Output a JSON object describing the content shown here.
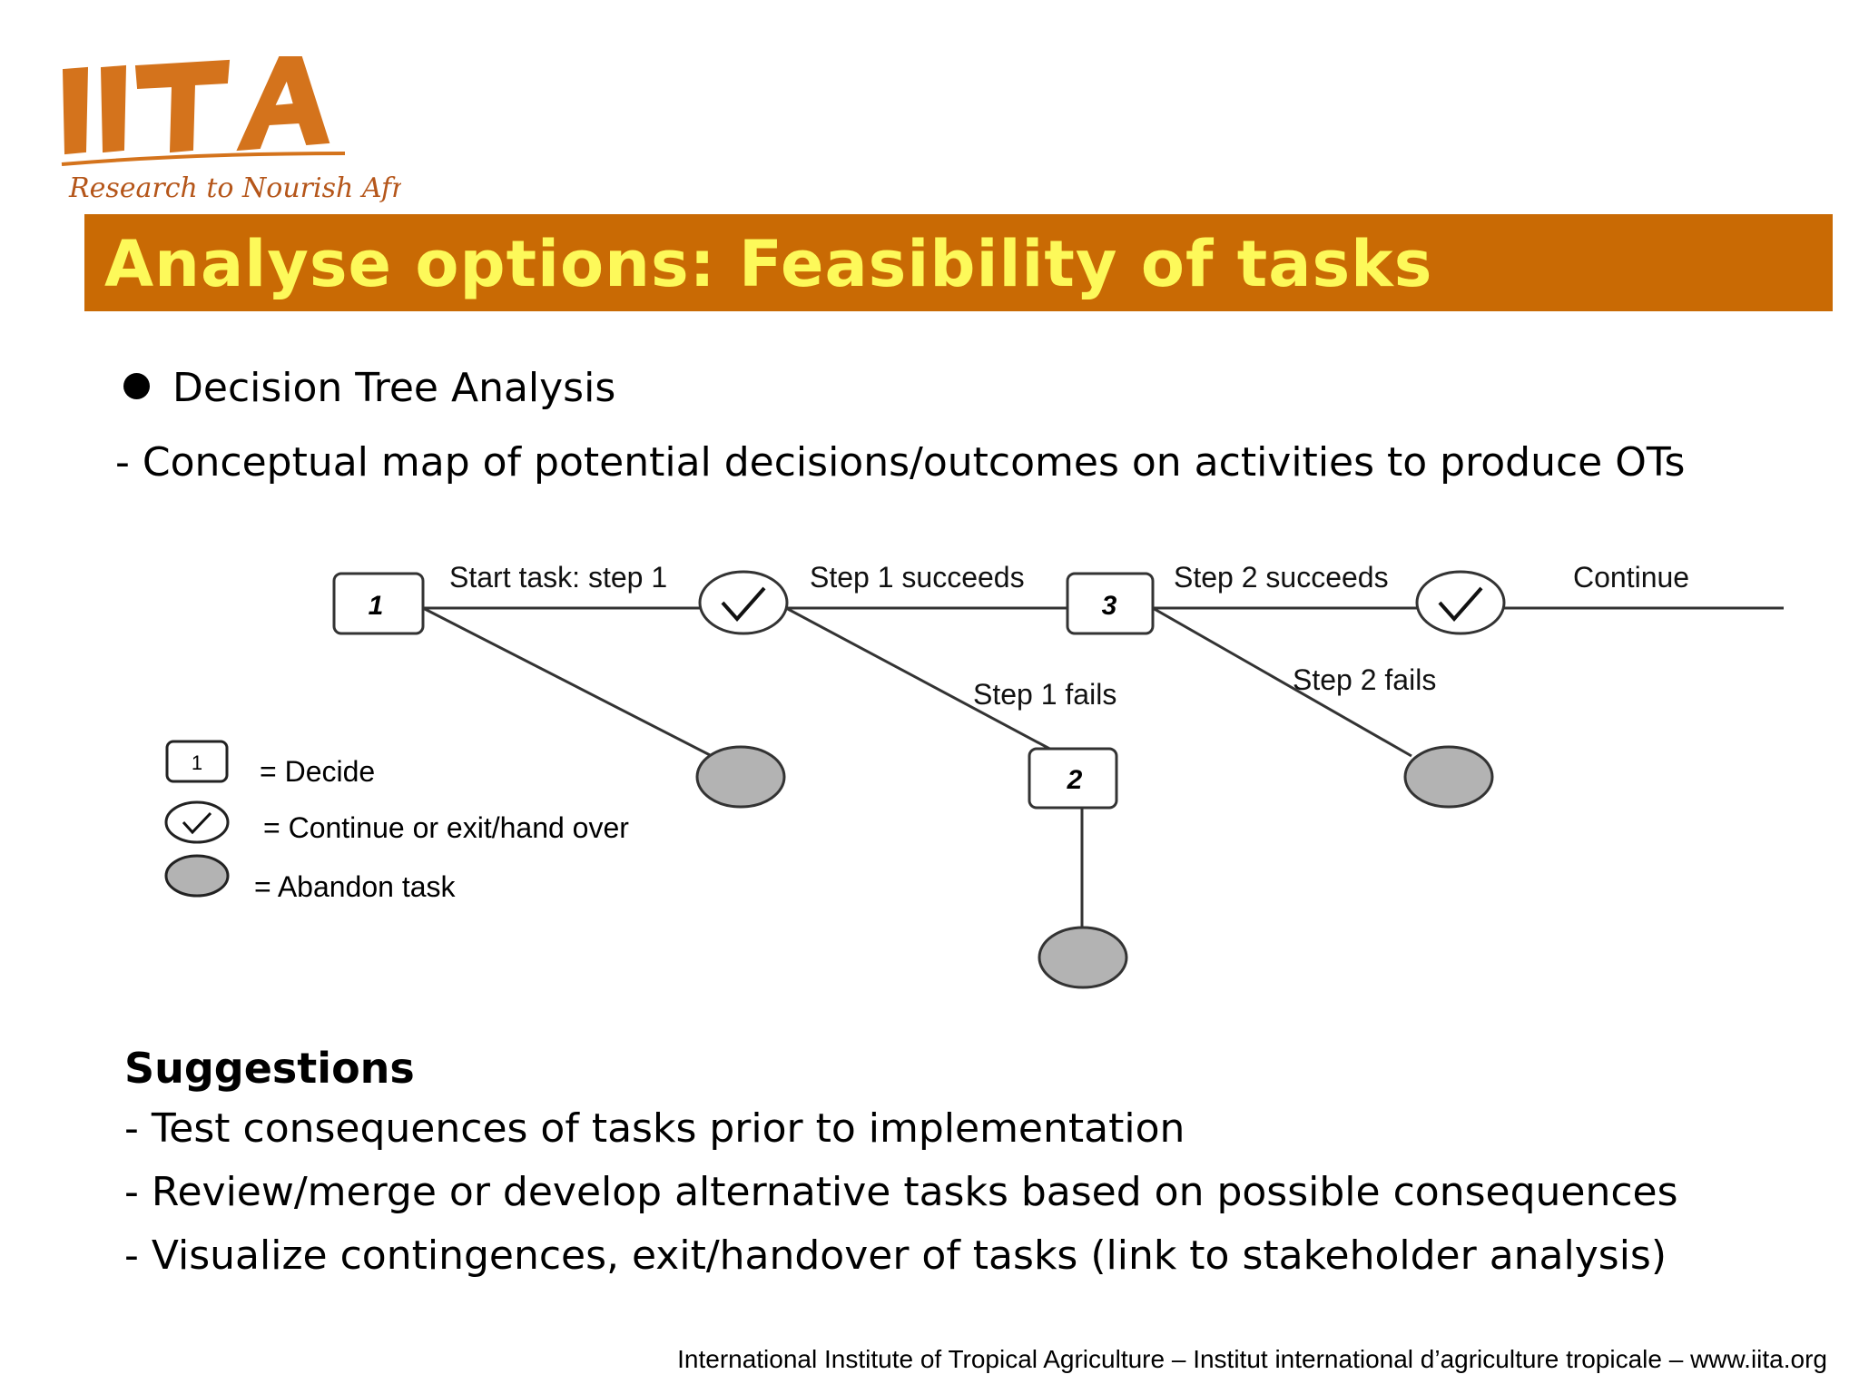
{
  "logo": {
    "wordmark": "IITA",
    "tagline": "Research to Nourish Africa",
    "brand_color": "#C96A04"
  },
  "title": "Analyse options: Feasibility of tasks",
  "title_bar_color": "#C96A04",
  "title_text_color": "#FDF95A",
  "bullet": "Decision Tree Analysis",
  "sub_point": "- Conceptual map of potential decisions/outcomes on activities to produce OTs",
  "diagram": {
    "nodes": {
      "decide_1": "1",
      "decide_2": "2",
      "decide_3": "3"
    },
    "edge_labels": {
      "start": "Start task: step 1",
      "step1_succeeds": "Step 1 succeeds",
      "step2_succeeds": "Step 2 succeeds",
      "continue": "Continue",
      "step1_fails": "Step 1 fails",
      "step2_fails": "Step 2 fails"
    },
    "legend": {
      "decide_symbol": "1",
      "decide": "= Decide",
      "continue": "= Continue or exit/hand over",
      "abandon": "= Abandon task"
    },
    "abandon_fill": "#B3B3B3"
  },
  "suggestions": {
    "heading": "Suggestions",
    "items": [
      "- Test consequences of tasks prior to implementation",
      "- Review/merge or develop alternative tasks based on possible consequences",
      "- Visualize contingences, exit/handover of tasks (link to stakeholder analysis)"
    ]
  },
  "footer": "International Institute of Tropical Agriculture – Institut international d’agriculture tropicale – www.iita.org"
}
